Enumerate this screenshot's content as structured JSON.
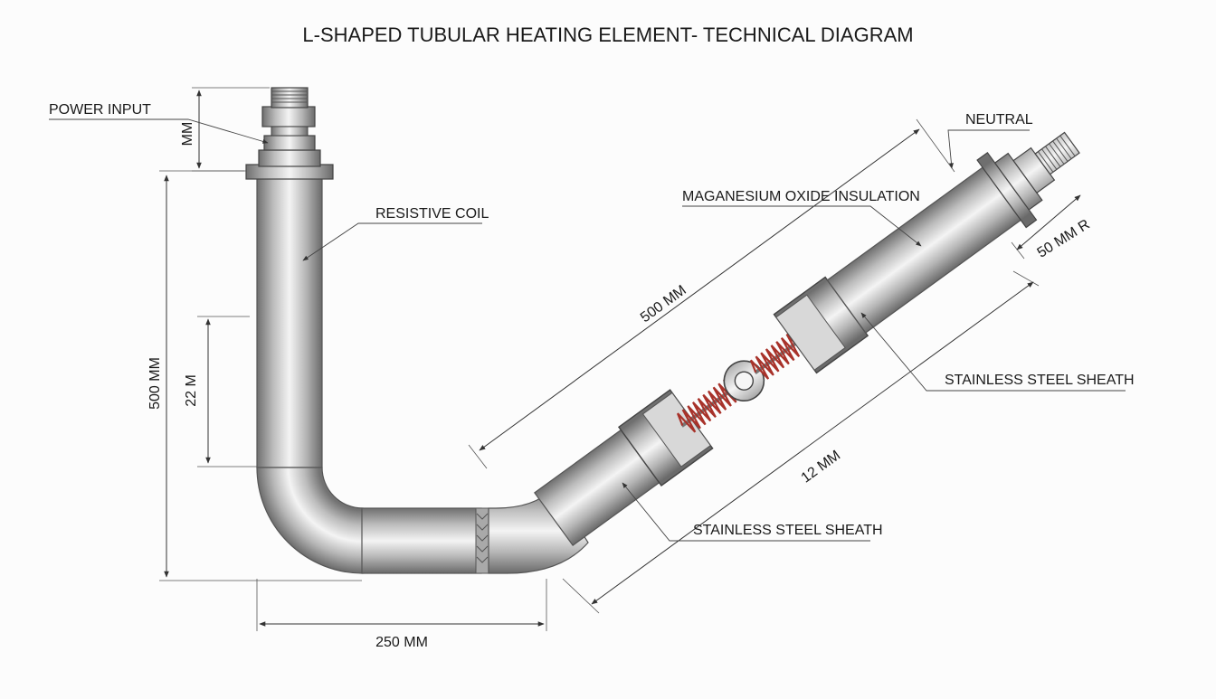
{
  "title": "L-SHAPED TUBULAR HEATING ELEMENT- TECHNICAL DIAGRAM",
  "labels": {
    "power_input": "POWER INPUT",
    "resistive_coil": "RESISTIVE COIL",
    "neutral": "NEUTRAL",
    "mgo_insulation": "MAGANESIUM OXIDE INSULATION",
    "sheath_right": "STAINLESS STEEL SHEATH",
    "sheath_bottom": "STAINLESS STEEL SHEATH"
  },
  "dimensions": {
    "terminal_height": "MM",
    "vertical_length": "500 MM",
    "coil_section": "22 M",
    "horizontal_length": "250 MM",
    "diagonal_length": "500 MM",
    "diagonal_lower": "12 MM",
    "end_radius": "50 MM R"
  },
  "colors": {
    "steel_dark": "#7f7f7f",
    "steel_light": "#f2f2f2",
    "coil": "#a8322a",
    "line": "#333333"
  }
}
